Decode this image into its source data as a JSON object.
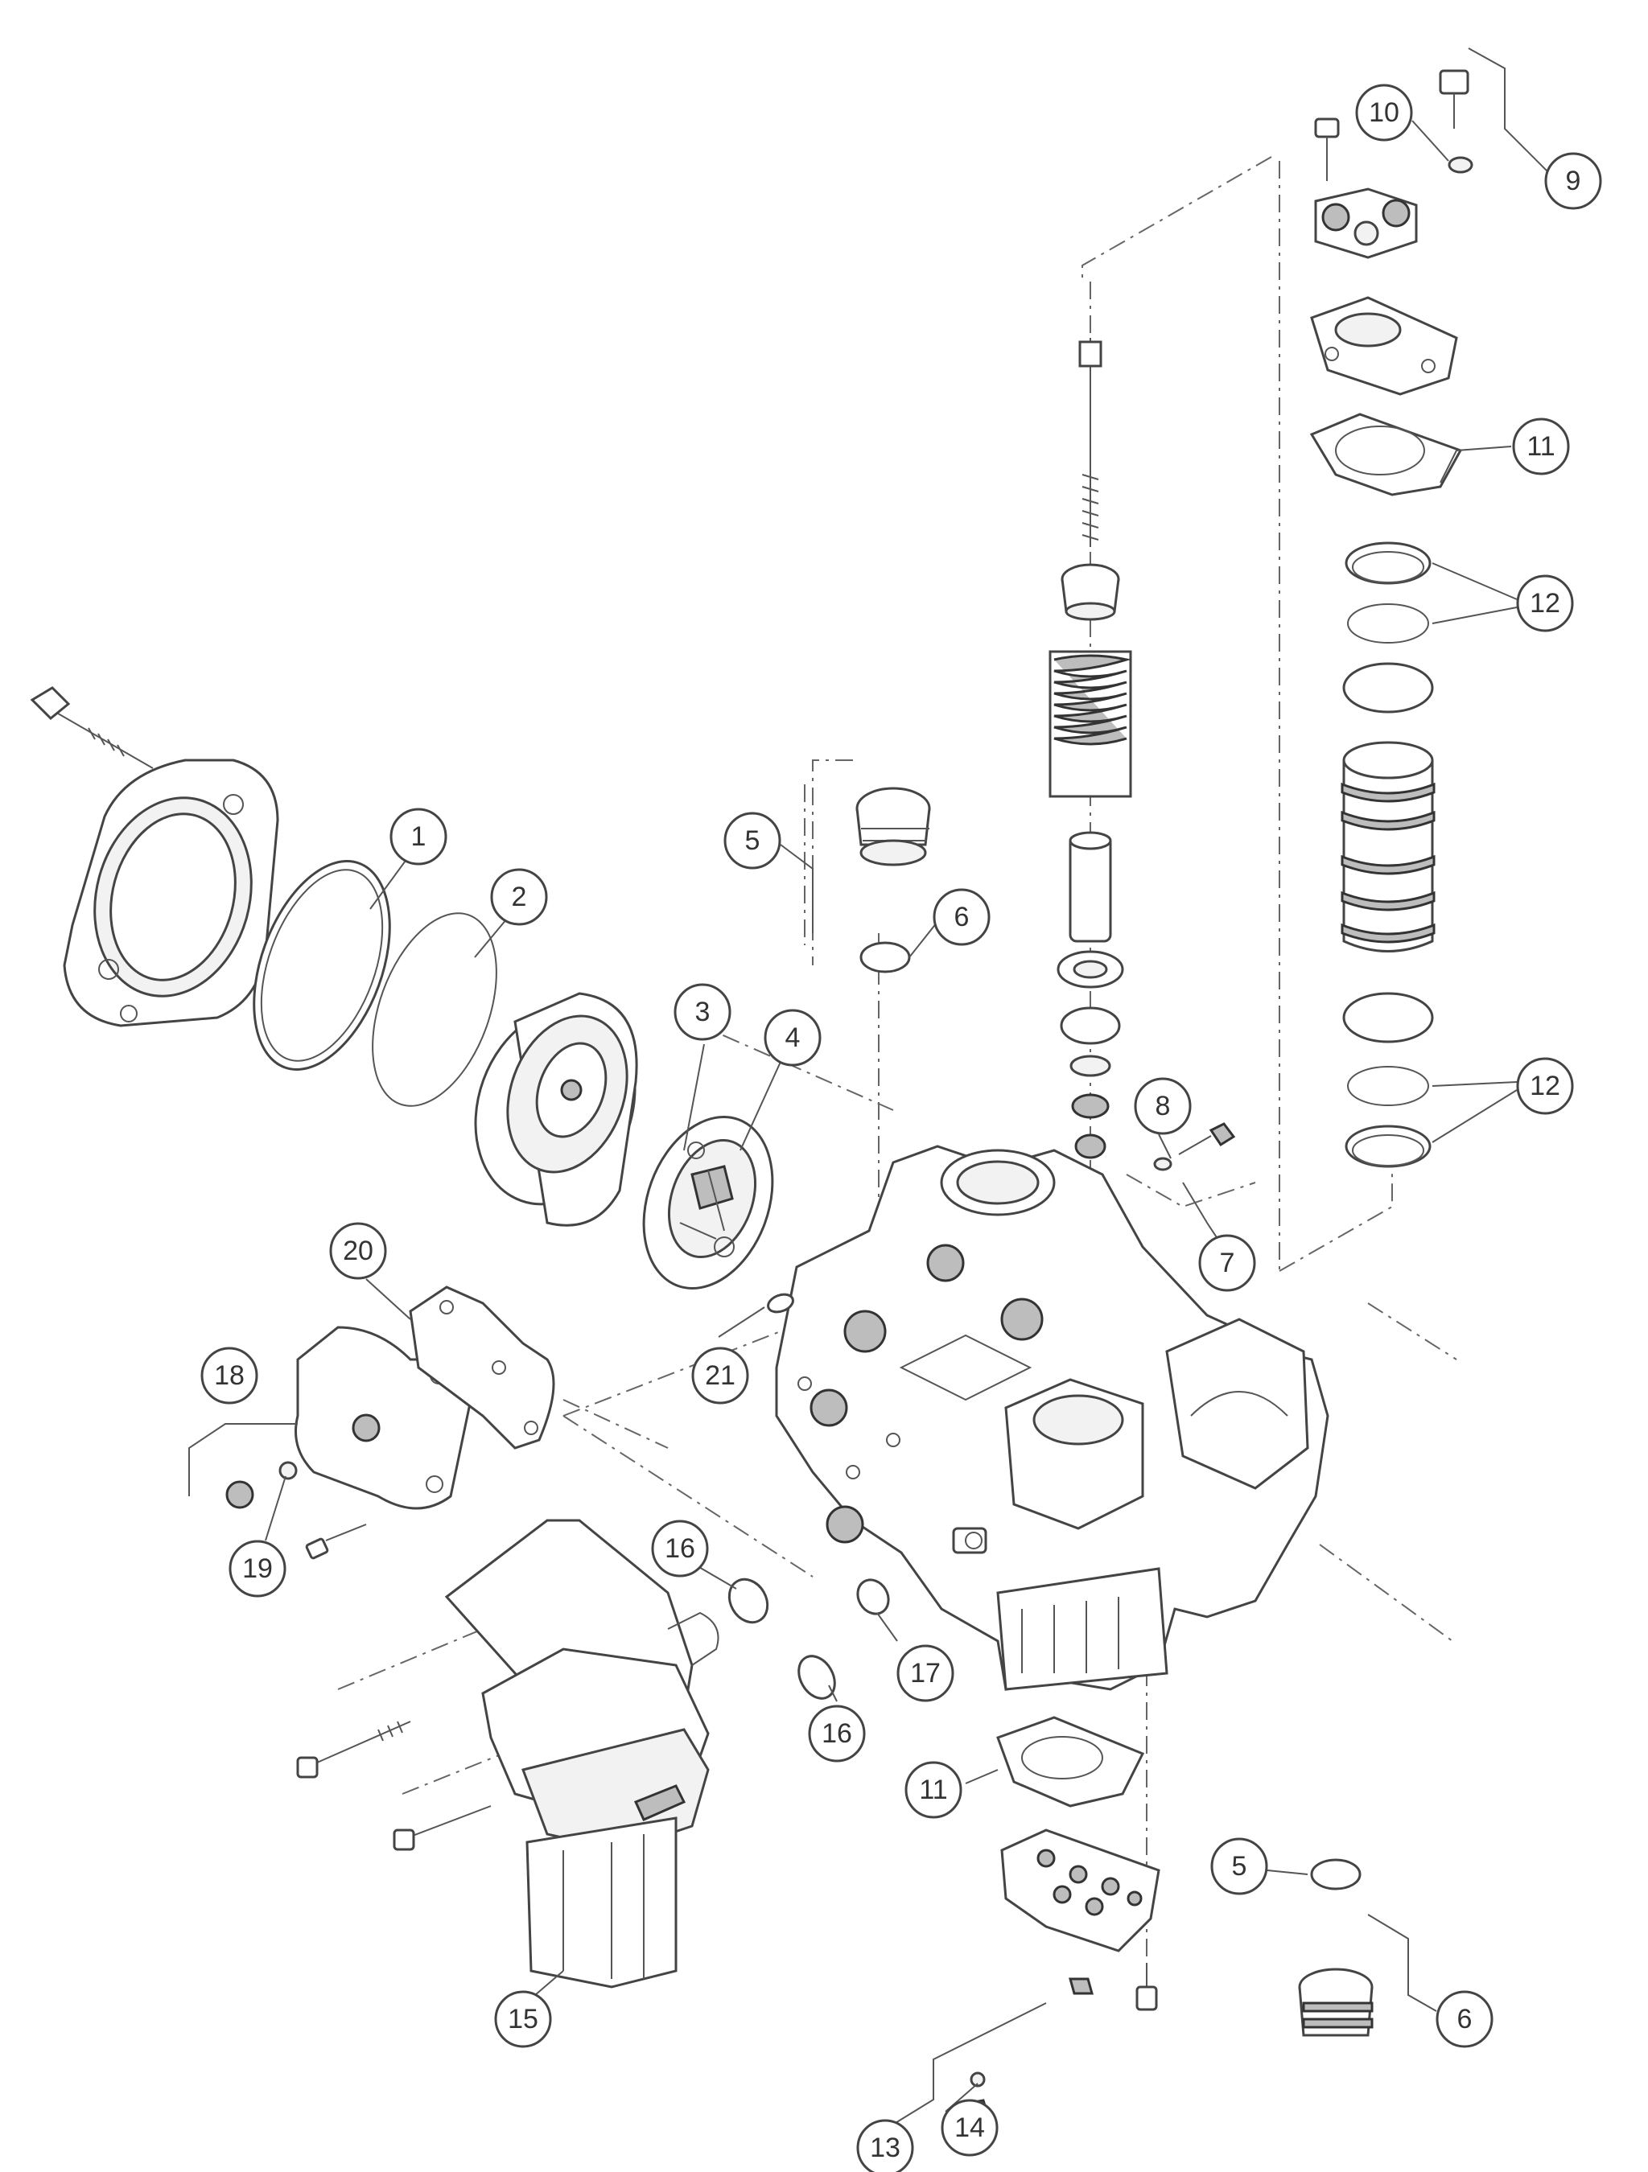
{
  "diagram": {
    "callouts": [
      {
        "id": "c1",
        "label": "1"
      },
      {
        "id": "c2",
        "label": "2"
      },
      {
        "id": "c3",
        "label": "3"
      },
      {
        "id": "c4",
        "label": "4"
      },
      {
        "id": "c5a",
        "label": "5"
      },
      {
        "id": "c6a",
        "label": "6"
      },
      {
        "id": "c7",
        "label": "7"
      },
      {
        "id": "c8",
        "label": "8"
      },
      {
        "id": "c9",
        "label": "9"
      },
      {
        "id": "c10",
        "label": "10"
      },
      {
        "id": "c11a",
        "label": "11"
      },
      {
        "id": "c12a",
        "label": "12"
      },
      {
        "id": "c12b",
        "label": "12"
      },
      {
        "id": "c11b",
        "label": "11"
      },
      {
        "id": "c5b",
        "label": "5"
      },
      {
        "id": "c6b",
        "label": "6"
      },
      {
        "id": "c13",
        "label": "13"
      },
      {
        "id": "c14",
        "label": "14"
      },
      {
        "id": "c15",
        "label": "15"
      },
      {
        "id": "c16a",
        "label": "16"
      },
      {
        "id": "c16b",
        "label": "16"
      },
      {
        "id": "c17",
        "label": "17"
      },
      {
        "id": "c18",
        "label": "18"
      },
      {
        "id": "c19",
        "label": "19"
      },
      {
        "id": "c20",
        "label": "20"
      },
      {
        "id": "c21",
        "label": "21"
      }
    ]
  }
}
